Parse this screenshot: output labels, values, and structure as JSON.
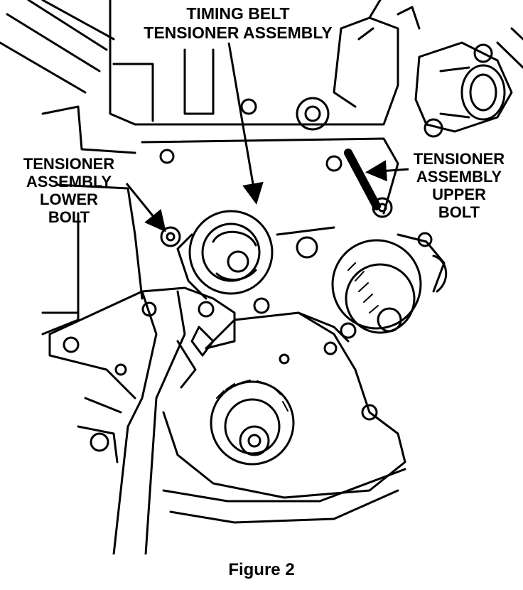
{
  "labels": {
    "timing_belt_tensioner": [
      "TIMING BELT",
      "TENSIONER ASSEMBLY"
    ],
    "tensioner_lower_bolt": [
      "TENSIONER",
      "ASSEMBLY",
      "LOWER",
      "BOLT"
    ],
    "tensioner_upper_bolt": [
      "TENSIONER",
      "ASSEMBLY",
      "UPPER",
      "BOLT"
    ]
  },
  "caption": "Figure 2",
  "colors": {
    "ink": "#000000",
    "paper": "#ffffff"
  }
}
